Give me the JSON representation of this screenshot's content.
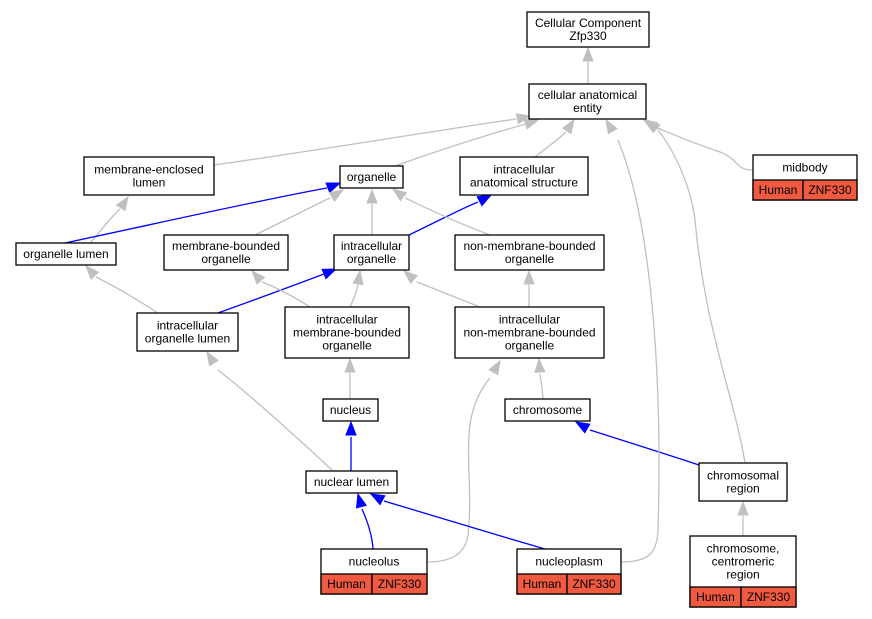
{
  "colors": {
    "is_a_edge": "#c0c0c0",
    "part_of_edge": "#0000ff",
    "annotation_fill": "#f05a40"
  },
  "nodes": {
    "root": {
      "lines": [
        "Cellular Component",
        "Zfp330"
      ]
    },
    "cae": {
      "lines": [
        "cellular anatomical",
        "entity"
      ]
    },
    "mel": {
      "lines": [
        "membrane-enclosed",
        "lumen"
      ]
    },
    "org": {
      "lines": [
        "organelle"
      ]
    },
    "ias": {
      "lines": [
        "intracellular",
        "anatomical structure"
      ]
    },
    "midbody": {
      "lines": [
        "midbody"
      ],
      "badges": [
        "Human",
        "ZNF330"
      ]
    },
    "orglumen": {
      "lines": [
        "organelle lumen"
      ]
    },
    "mbo": {
      "lines": [
        "membrane-bounded",
        "organelle"
      ]
    },
    "io": {
      "lines": [
        "intracellular",
        "organelle"
      ]
    },
    "nmbo": {
      "lines": [
        "non-membrane-bounded",
        "organelle"
      ]
    },
    "iol": {
      "lines": [
        "intracellular",
        "organelle lumen"
      ]
    },
    "imbo": {
      "lines": [
        "intracellular",
        "membrane-bounded",
        "organelle"
      ]
    },
    "inmbo": {
      "lines": [
        "intracellular",
        "non-membrane-bounded",
        "organelle"
      ]
    },
    "nucleus": {
      "lines": [
        "nucleus"
      ]
    },
    "chromosome": {
      "lines": [
        "chromosome"
      ]
    },
    "nuclumen": {
      "lines": [
        "nuclear lumen"
      ]
    },
    "chromreg": {
      "lines": [
        "chromosomal",
        "region"
      ]
    },
    "nucleolus": {
      "lines": [
        "nucleolus"
      ],
      "badges": [
        "Human",
        "ZNF330"
      ]
    },
    "nucleoplasm": {
      "lines": [
        "nucleoplasm"
      ],
      "badges": [
        "Human",
        "ZNF330"
      ]
    },
    "centromeric": {
      "lines": [
        "chromosome,",
        "centromeric",
        "region"
      ],
      "badges": [
        "Human",
        "ZNF330"
      ]
    }
  },
  "edges": [
    {
      "from": "cae",
      "to": "root",
      "type": "is_a"
    },
    {
      "from": "mel",
      "to": "cae",
      "type": "is_a"
    },
    {
      "from": "org",
      "to": "cae",
      "type": "is_a"
    },
    {
      "from": "ias",
      "to": "cae",
      "type": "is_a"
    },
    {
      "from": "midbody",
      "to": "cae",
      "type": "is_a"
    },
    {
      "from": "orglumen",
      "to": "mel",
      "type": "is_a"
    },
    {
      "from": "orglumen",
      "to": "org",
      "type": "part_of"
    },
    {
      "from": "mbo",
      "to": "org",
      "type": "is_a"
    },
    {
      "from": "io",
      "to": "org",
      "type": "is_a"
    },
    {
      "from": "io",
      "to": "ias",
      "type": "part_of"
    },
    {
      "from": "nmbo",
      "to": "org",
      "type": "is_a"
    },
    {
      "from": "iol",
      "to": "orglumen",
      "type": "is_a"
    },
    {
      "from": "iol",
      "to": "io",
      "type": "part_of"
    },
    {
      "from": "imbo",
      "to": "mbo",
      "type": "is_a"
    },
    {
      "from": "imbo",
      "to": "io",
      "type": "is_a"
    },
    {
      "from": "inmbo",
      "to": "io",
      "type": "is_a"
    },
    {
      "from": "inmbo",
      "to": "nmbo",
      "type": "is_a"
    },
    {
      "from": "nucleus",
      "to": "imbo",
      "type": "is_a"
    },
    {
      "from": "chromosome",
      "to": "inmbo",
      "type": "is_a"
    },
    {
      "from": "nuclumen",
      "to": "iol",
      "type": "is_a"
    },
    {
      "from": "nuclumen",
      "to": "nucleus",
      "type": "part_of"
    },
    {
      "from": "chromreg",
      "to": "chromosome",
      "type": "part_of"
    },
    {
      "from": "chromreg",
      "to": "cae",
      "type": "is_a"
    },
    {
      "from": "nucleolus",
      "to": "nuclumen",
      "type": "part_of"
    },
    {
      "from": "nucleolus",
      "to": "inmbo",
      "type": "is_a"
    },
    {
      "from": "nucleoplasm",
      "to": "nuclumen",
      "type": "part_of"
    },
    {
      "from": "nucleoplasm",
      "to": "cae",
      "type": "is_a"
    },
    {
      "from": "centromeric",
      "to": "chromreg",
      "type": "is_a"
    }
  ]
}
